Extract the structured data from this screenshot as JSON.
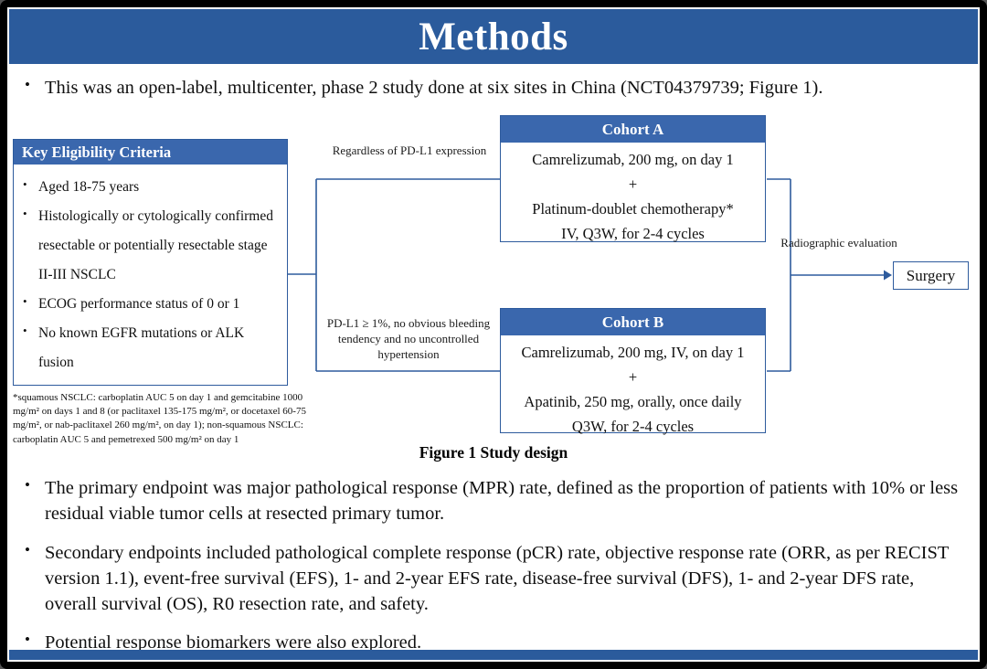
{
  "slide": {
    "title": "Methods",
    "intro": "This was an open-label, multicenter, phase 2 study done at six sites in China (NCT04379739; Figure 1)."
  },
  "diagram": {
    "eligibility": {
      "header": "Key Eligibility Criteria",
      "items": [
        "Aged 18-75 years",
        "Histologically or cytologically confirmed resectable or potentially resectable stage II-III NSCLC",
        "ECOG performance status of 0 or 1",
        "No known EGFR mutations or ALK fusion"
      ]
    },
    "branch_top_label": "Regardless of PD-L1 expression",
    "branch_bottom_label": "PD-L1 ≥ 1%, no obvious bleeding tendency and no uncontrolled hypertension",
    "cohort_a": {
      "header": "Cohort A",
      "lines": [
        "Camrelizumab, 200 mg, on day 1",
        "+",
        "Platinum-doublet chemotherapy*",
        "IV, Q3W, for 2-4 cycles"
      ]
    },
    "cohort_b": {
      "header": "Cohort B",
      "lines": [
        "Camrelizumab, 200 mg, IV, on day 1",
        "+",
        "Apatinib, 250 mg, orally, once daily",
        "Q3W, for 2-4 cycles"
      ]
    },
    "radiographic_label": "Radiographic evaluation",
    "surgery_label": "Surgery",
    "footnote": "*squamous NSCLC: carboplatin AUC 5 on day 1 and gemcitabine 1000 mg/m² on days 1 and 8 (or paclitaxel 135-175 mg/m², or docetaxel 60-75 mg/m², or nab-paclitaxel 260 mg/m², on day 1); non-squamous NSCLC: carboplatin AUC 5 and pemetrexed 500 mg/m² on day 1",
    "caption": "Figure 1 Study design"
  },
  "endpoints": [
    "The primary endpoint was major pathological response (MPR) rate, defined as the proportion of patients with 10% or less residual viable tumor cells at resected primary tumor.",
    "Secondary endpoints included pathological complete response (pCR) rate, objective response rate (ORR, as per RECIST version 1.1), event-free survival (EFS), 1- and 2-year EFS rate, disease-free survival (DFS), 1- and 2-year DFS rate, overall survival (OS), R0 resection rate, and safety.",
    "Potential response biomarkers were also explored."
  ],
  "colors": {
    "banner_blue": "#2B5B9C",
    "box_header_blue": "#3A67AD",
    "border_blue": "#2E5B9D"
  }
}
